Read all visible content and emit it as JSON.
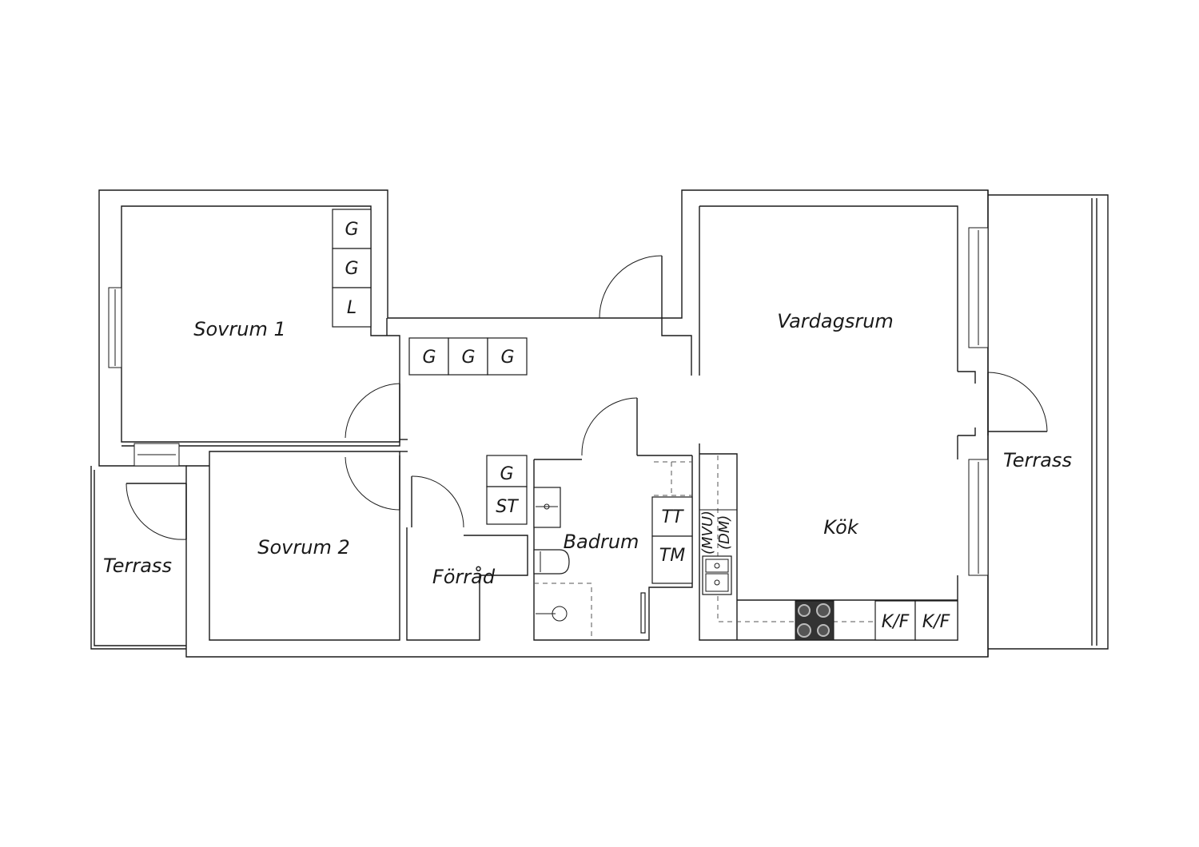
{
  "rooms": {
    "sovrum1": "Sovrum 1",
    "sovrum2": "Sovrum 2",
    "vardagsrum": "Vardagsrum",
    "kok": "Kök",
    "badrum": "Badrum",
    "forrad": "Förråd",
    "terrass_left": "Terrass",
    "terrass_right": "Terrass"
  },
  "storage": {
    "sovrum1_wardrobes": [
      "G",
      "G",
      "L"
    ],
    "hall_wardrobes": [
      "G",
      "G",
      "G"
    ],
    "hall_small": [
      "G",
      "ST"
    ]
  },
  "laundry": {
    "tt": "TT",
    "tm": "TM"
  },
  "kitchen": {
    "mvu": "(MVU)",
    "dm": "(DM)",
    "kf1": "K/F",
    "kf2": "K/F"
  }
}
